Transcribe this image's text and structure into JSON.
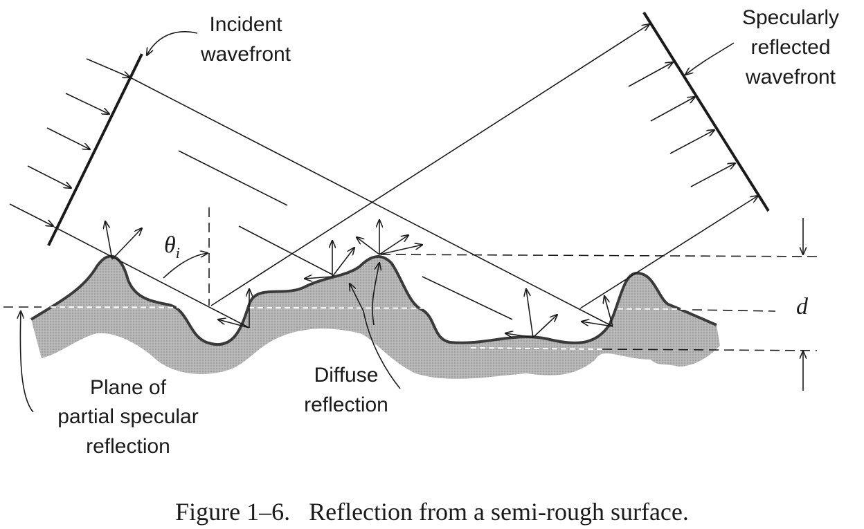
{
  "labels": {
    "incident": [
      "Incident",
      "wavefront"
    ],
    "specular": [
      "Specularly",
      "reflected",
      "wavefront"
    ],
    "theta": "θ",
    "theta_sub": "i",
    "d": "d",
    "plane": [
      "Plane of",
      "partial specular",
      "reflection"
    ],
    "diffuse": [
      "Diffuse",
      "reflection"
    ]
  },
  "caption": "Figure 1–6.   Reflection from a semi-rough surface."
}
